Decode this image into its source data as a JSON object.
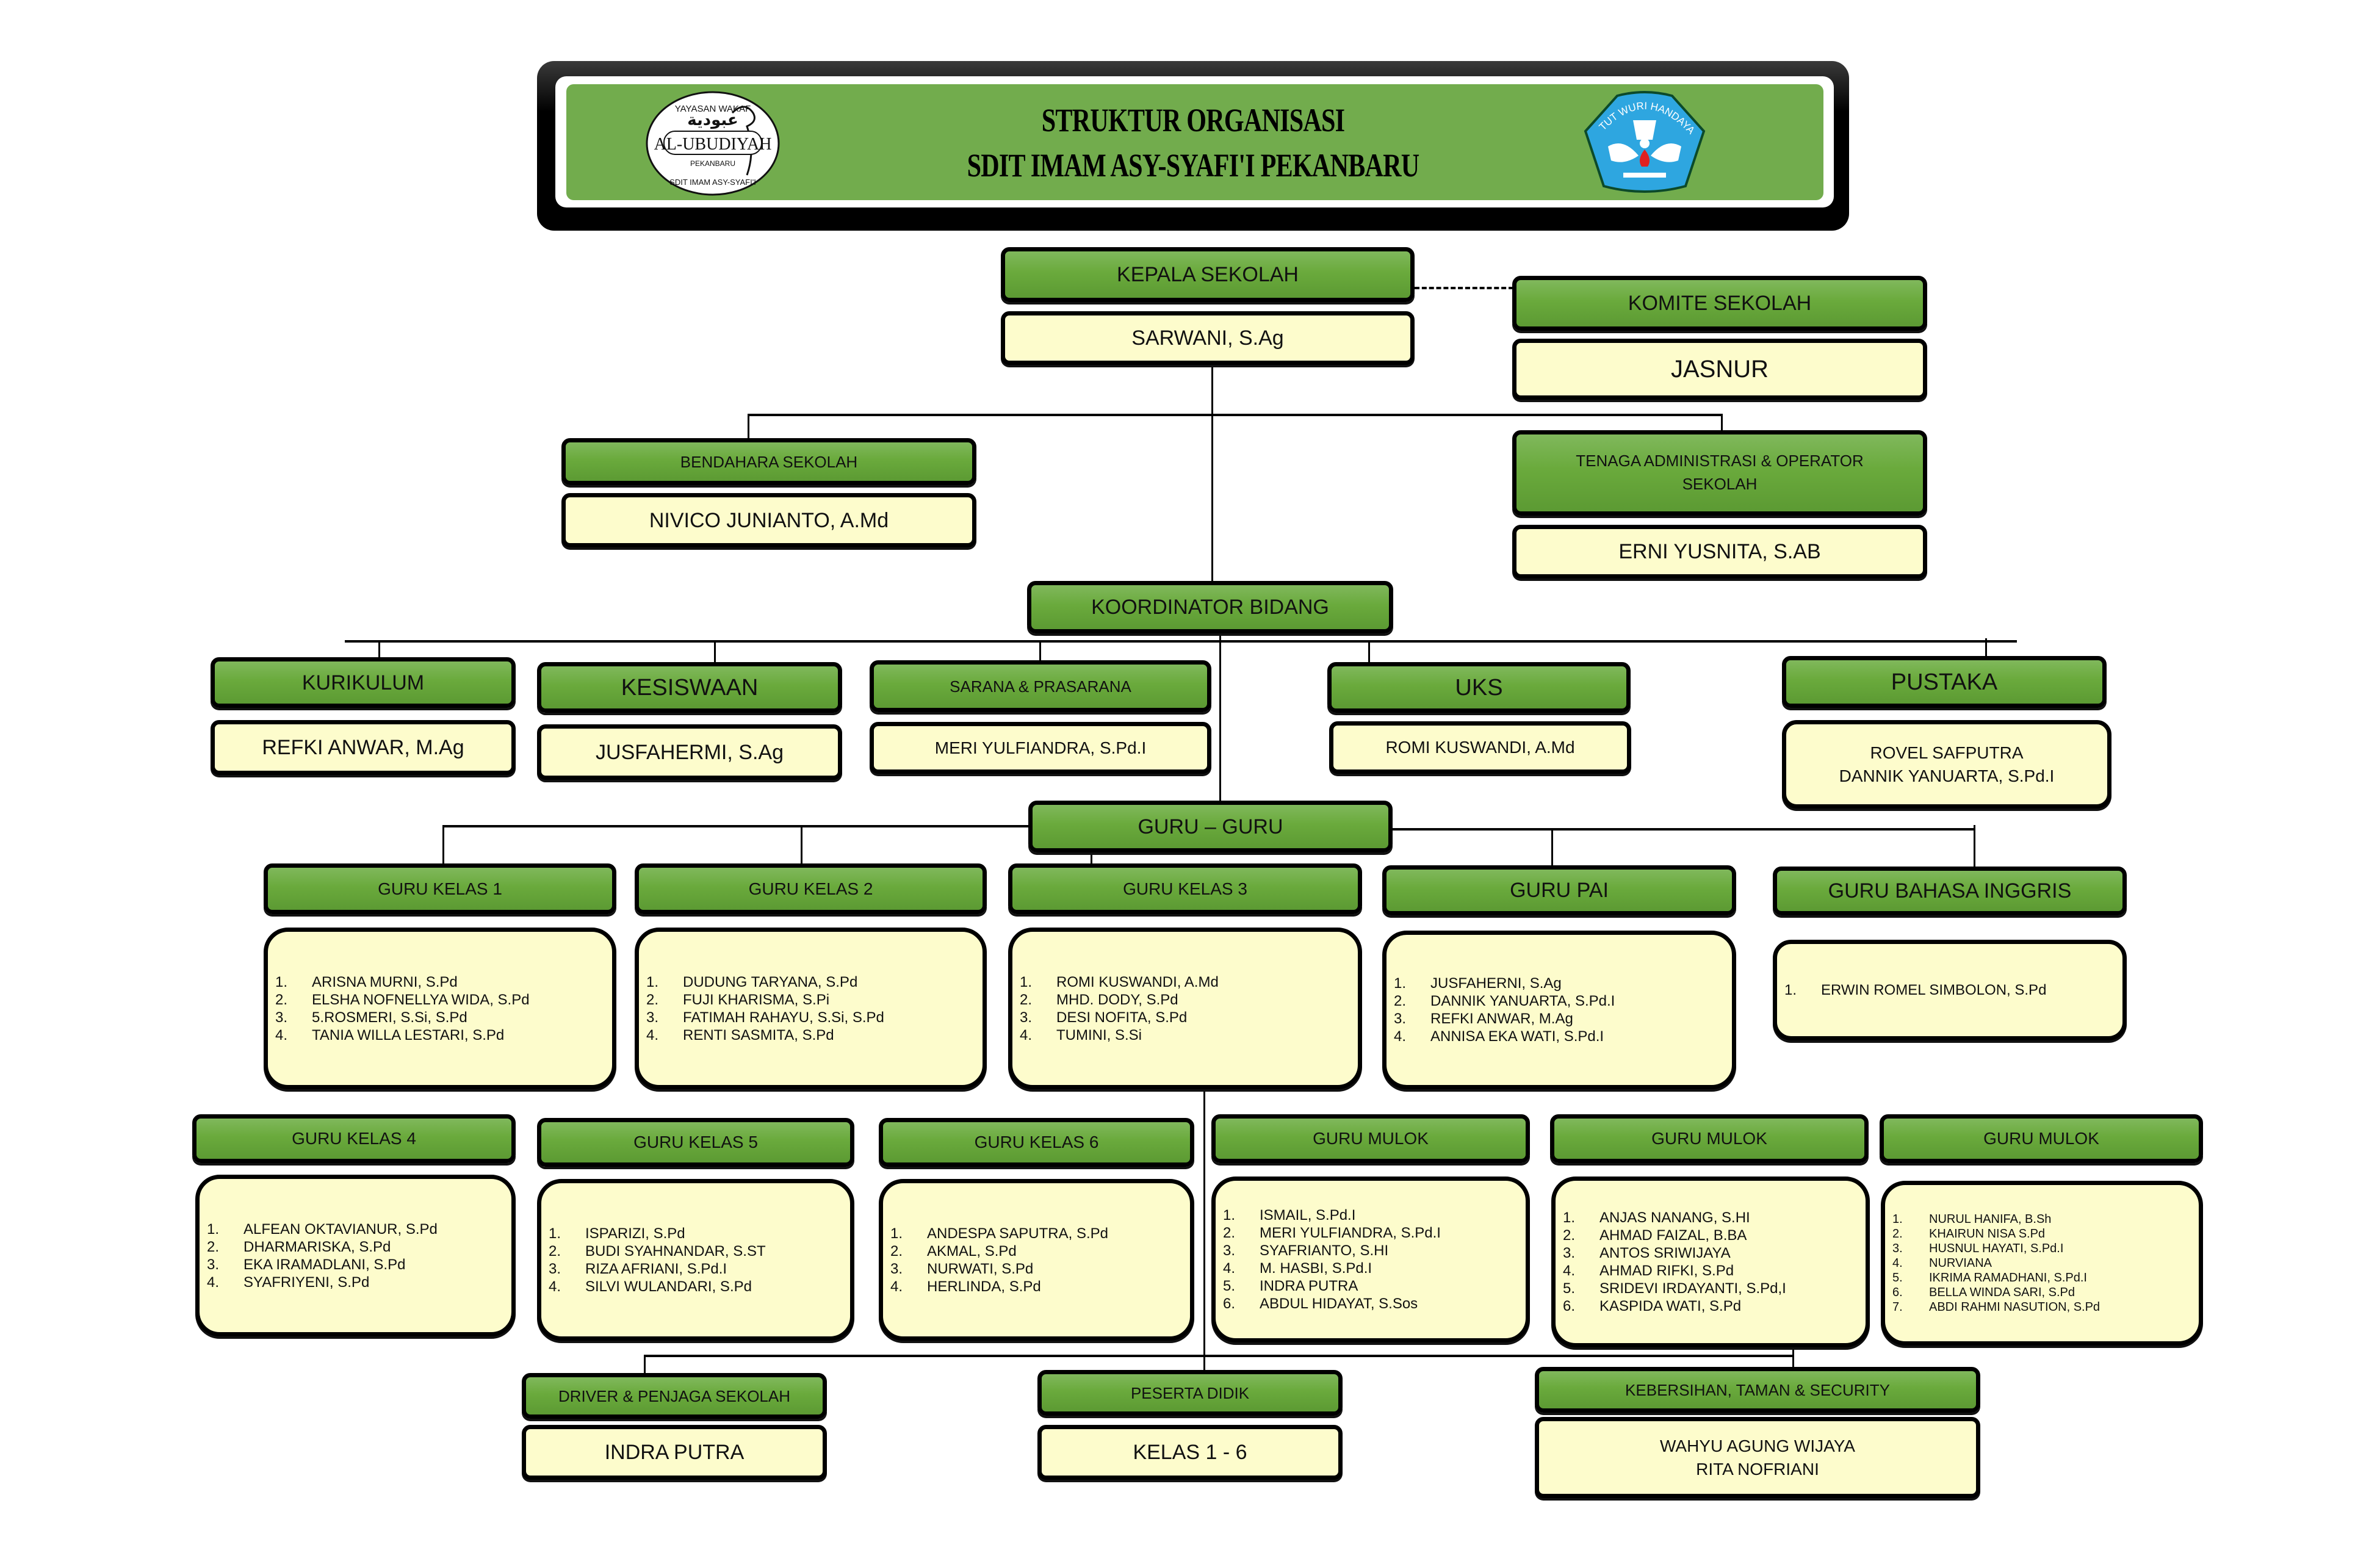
{
  "header": {
    "title_line1": "STRUKTUR ORGANISASI",
    "title_line2": "SDIT IMAM ASY-SYAFI'I PEKANBARU",
    "logo_left": {
      "name": "yayasan-wakaf-al-ubudiyah-logo",
      "top_text": "YAYASAN WAKAF",
      "arabic_text": "عبودية",
      "main_text": "AL-UBUDIYAH",
      "city_text": "PEKANBARU",
      "bottom_text": "SDIT IMAM ASY-SYAFI'I"
    },
    "logo_right": {
      "name": "tut-wuri-handayani-logo",
      "arc_text": "TUT WURI HANDAYANI",
      "colors": {
        "shield": "#2ea6e0",
        "emblem": "#ffffff",
        "flame": "#e02020"
      }
    }
  },
  "colors": {
    "header_green": "#72ac4d",
    "box_green": "#6aaa3c",
    "box_yellow": "#fdfccc",
    "border": "#000000"
  },
  "leadership": {
    "kepala_sekolah": {
      "title": "KEPALA SEKOLAH",
      "name": "SARWANI, S.Ag"
    },
    "komite_sekolah": {
      "title": "KOMITE SEKOLAH",
      "name": "JASNUR"
    },
    "bendahara": {
      "title": "BENDAHARA SEKOLAH",
      "name": "NIVICO JUNIANTO, A.Md"
    },
    "tenaga_admin": {
      "title": "TENAGA ADMINISTRASI & OPERATOR SEKOLAH",
      "name": "ERNI YUSNITA, S.AB"
    },
    "koordinator": {
      "title": "KOORDINATOR BIDANG"
    }
  },
  "bidang": [
    {
      "title": "KURIKULUM",
      "names": [
        "REFKI ANWAR, M.Ag"
      ]
    },
    {
      "title": "KESISWAAN",
      "names": [
        "JUSFAHERMI, S.Ag"
      ]
    },
    {
      "title": "SARANA & PRASARANA",
      "names": [
        "MERI YULFIANDRA, S.Pd.I"
      ]
    },
    {
      "title": "UKS",
      "names": [
        "ROMI KUSWANDI, A.Md"
      ]
    },
    {
      "title": "PUSTAKA",
      "names": [
        "ROVEL SAFPUTRA",
        "DANNIK YANUARTA, S.Pd.I"
      ]
    }
  ],
  "guru_guru": {
    "title": "GURU – GURU"
  },
  "guru_row1": [
    {
      "title": "GURU KELAS 1",
      "staff": [
        "ARISNA MURNI, S.Pd",
        "ELSHA NOFNELLYA WIDA, S.Pd",
        "5.ROSMERI, S.Si, S.Pd",
        "TANIA WILLA LESTARI, S.Pd"
      ]
    },
    {
      "title": "GURU KELAS 2",
      "staff": [
        "DUDUNG TARYANA, S.Pd",
        "FUJI KHARISMA, S.Pi",
        "FATIMAH RAHAYU, S.Si, S.Pd",
        "RENTI SASMITA, S.Pd"
      ]
    },
    {
      "title": "GURU KELAS 3",
      "staff": [
        "ROMI KUSWANDI, A.Md",
        "MHD. DODY, S.Pd",
        "DESI NOFITA, S.Pd",
        "TUMINI, S.Si"
      ]
    },
    {
      "title": "GURU PAI",
      "staff": [
        "JUSFAHERNI, S.Ag",
        "DANNIK YANUARTA, S.Pd.I",
        "REFKI ANWAR, M.Ag",
        "ANNISA EKA WATI, S.Pd.I"
      ]
    },
    {
      "title": "GURU BAHASA INGGRIS",
      "staff": [
        "ERWIN ROMEL SIMBOLON, S.Pd"
      ]
    }
  ],
  "guru_row2": [
    {
      "title": "GURU KELAS 4",
      "staff": [
        "ALFEAN OKTAVIANUR, S.Pd",
        "DHARMARISKA, S.Pd",
        "EKA IRAMADLANI, S.Pd",
        "SYAFRIYENI, S.Pd"
      ]
    },
    {
      "title": "GURU KELAS 5",
      "staff": [
        "ISPARIZI, S.Pd",
        "BUDI SYAHNANDAR, S.ST",
        "RIZA AFRIANI, S.Pd.I",
        "SILVI WULANDARI, S.Pd"
      ]
    },
    {
      "title": "GURU KELAS 6",
      "staff": [
        "ANDESPA SAPUTRA, S.Pd",
        "AKMAL, S.Pd",
        "NURWATI, S.Pd",
        "HERLINDA, S.Pd"
      ]
    },
    {
      "title": "GURU MULOK",
      "staff": [
        "ISMAIL, S.Pd.I",
        "MERI YULFIANDRA, S.Pd.I",
        "SYAFRIANTO, S.HI",
        "M. HASBI, S.Pd.I",
        "INDRA PUTRA",
        "ABDUL HIDAYAT, S.Sos"
      ]
    },
    {
      "title": "GURU MULOK",
      "staff": [
        "ANJAS NANANG, S.HI",
        "AHMAD FAIZAL, B.BA",
        "ANTOS SRIWIJAYA",
        "AHMAD RIFKI, S.Pd",
        "SRIDEVI IRDAYANTI, S.Pd,I",
        "KASPIDA WATI, S.Pd"
      ]
    },
    {
      "title": "GURU MULOK",
      "staff": [
        "NURUL HANIFA, B.Sh",
        "KHAIRUN NISA S.Pd",
        "HUSNUL HAYATI, S.Pd.I",
        "NURVIANA",
        "IKRIMA RAMADHANI, S.Pd.I",
        "BELLA WINDA SARI, S.Pd",
        "ABDI RAHMI NASUTION, S.Pd"
      ]
    }
  ],
  "bottom_row": [
    {
      "title": "DRIVER & PENJAGA SEKOLAH",
      "names": [
        "INDRA PUTRA"
      ]
    },
    {
      "title": "PESERTA DIDIK",
      "names": [
        "KELAS 1 - 6"
      ]
    },
    {
      "title": "KEBERSIHAN, TAMAN & SECURITY",
      "names": [
        "WAHYU AGUNG WIJAYA",
        "RITA NOFRIANI"
      ]
    }
  ]
}
